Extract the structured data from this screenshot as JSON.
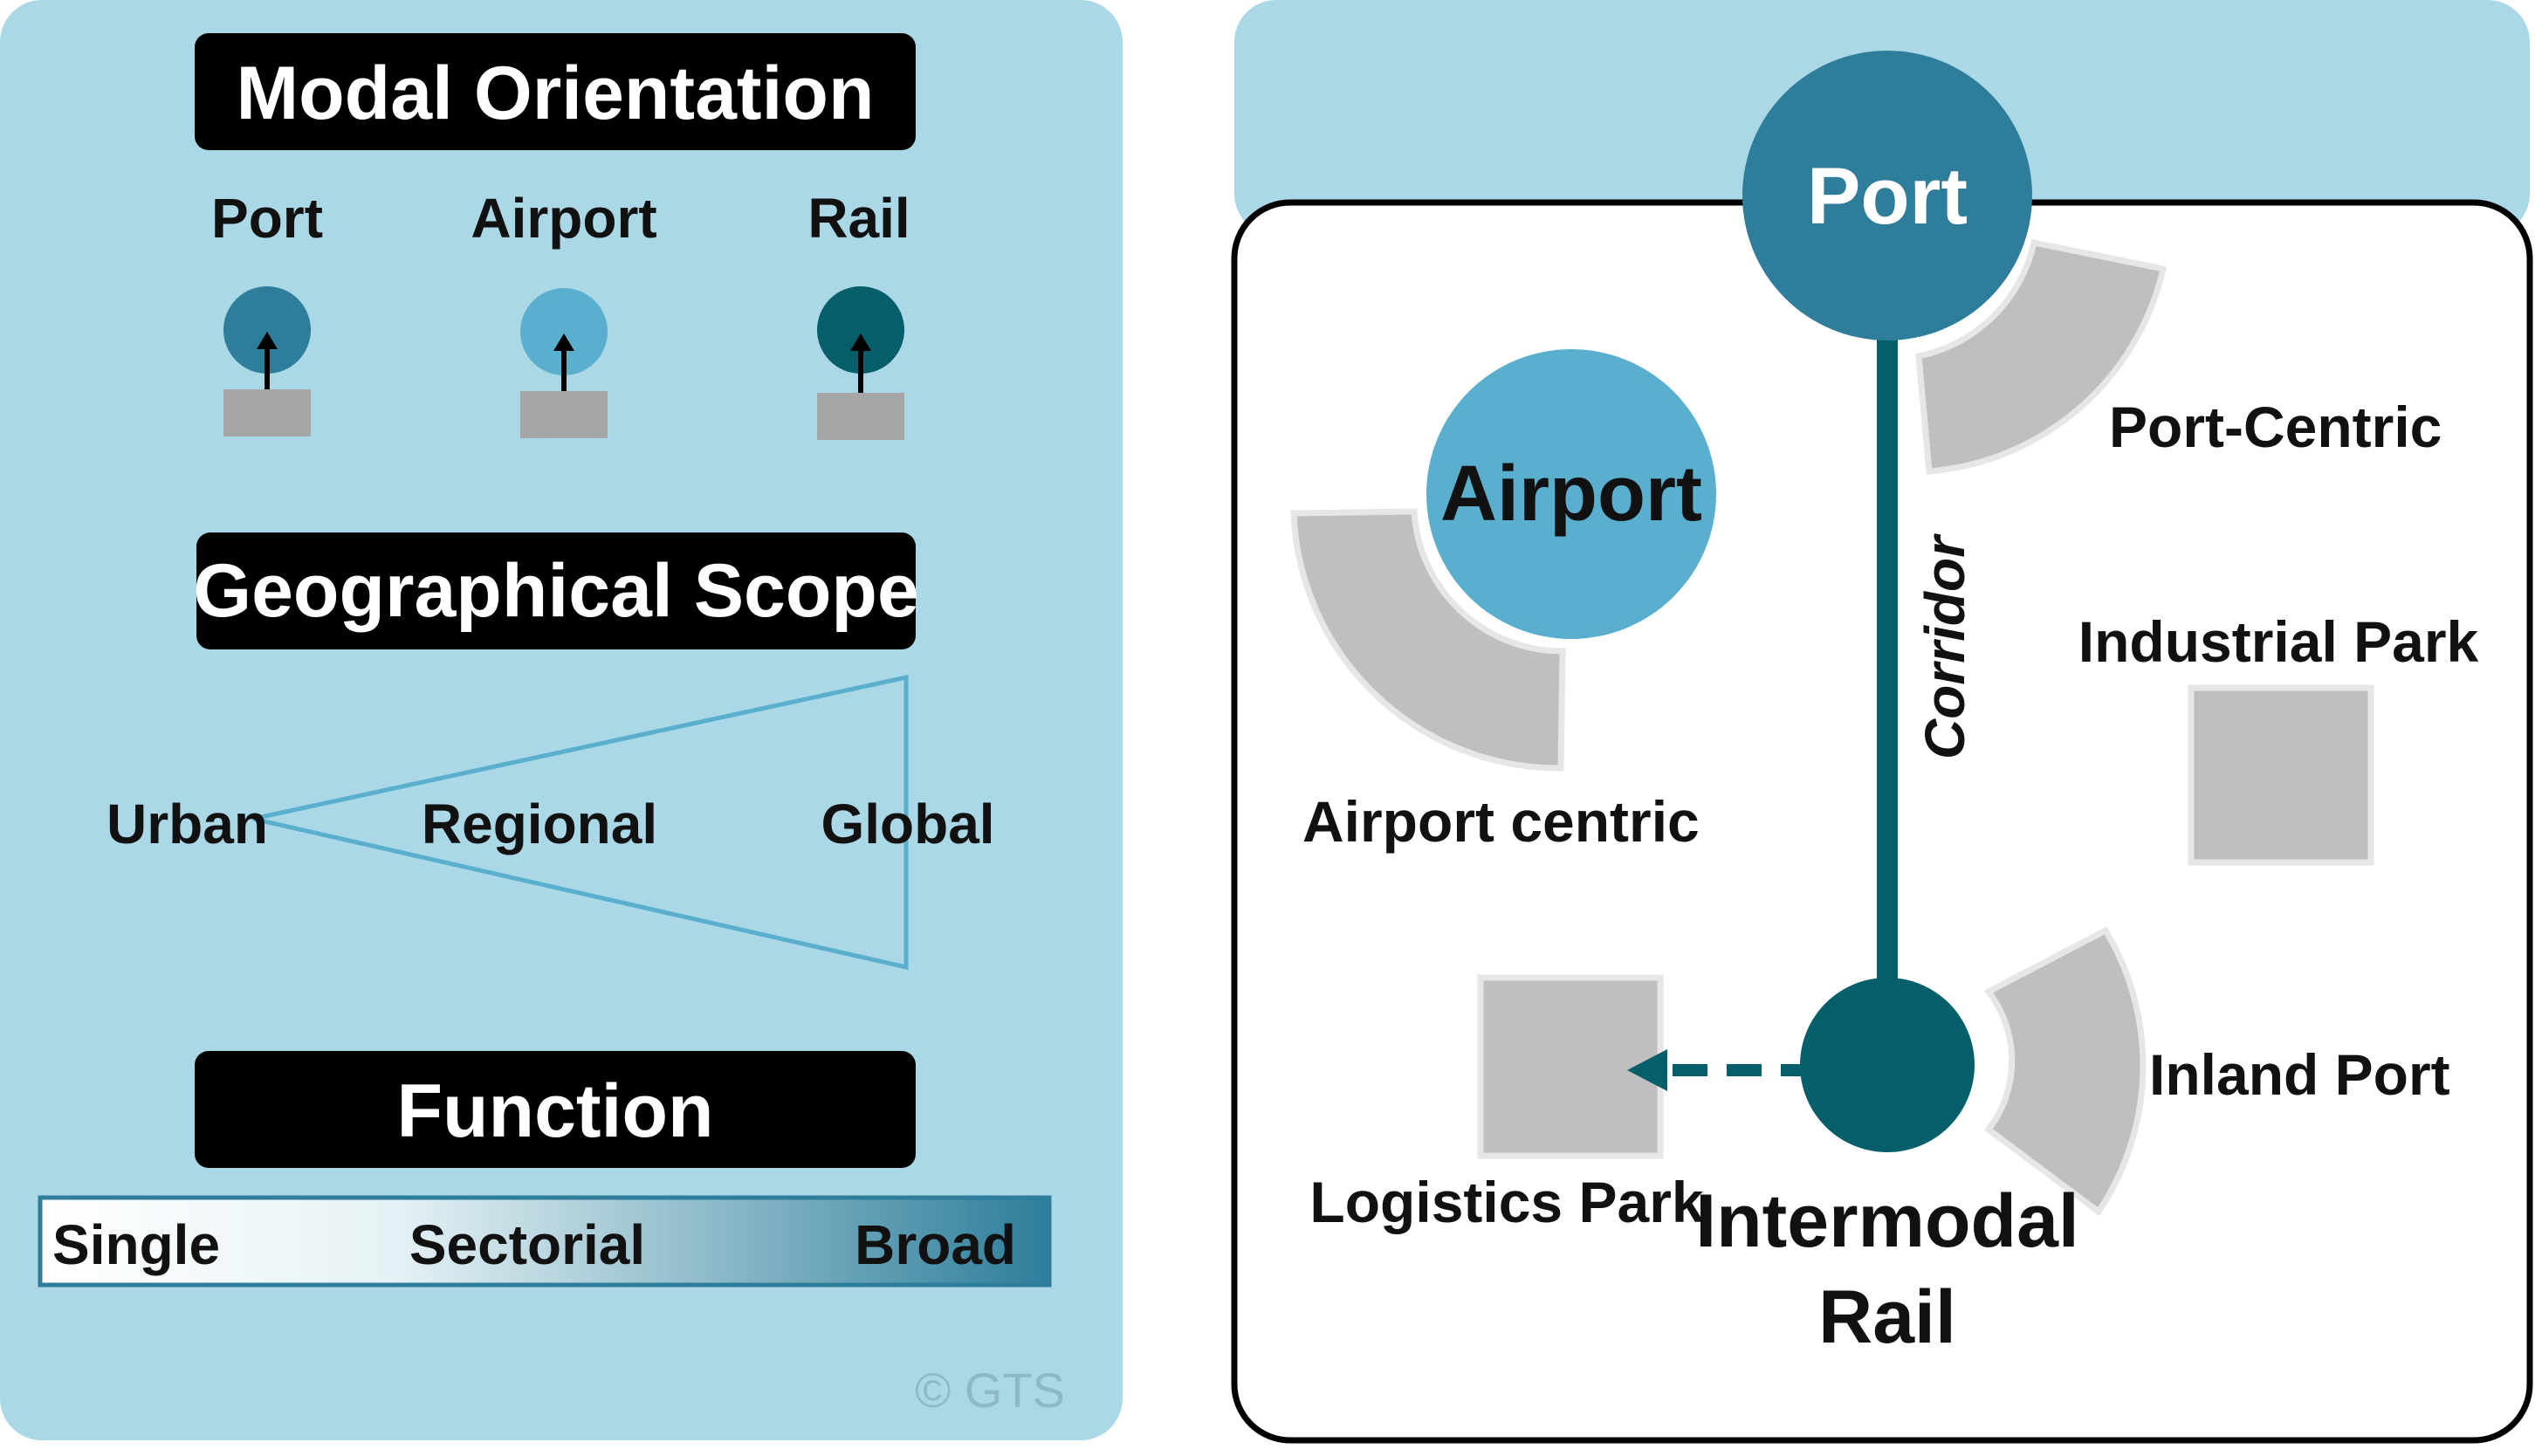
{
  "left_panel": {
    "modal": {
      "title": "Modal Orientation",
      "items": [
        {
          "label": "Port",
          "color": "#2E7E9B"
        },
        {
          "label": "Airport",
          "color": "#5AAFCF"
        },
        {
          "label": "Rail",
          "color": "#045F6B"
        }
      ]
    },
    "scope": {
      "title": "Geographical Scope",
      "labels": [
        "Urban",
        "Regional",
        "Global"
      ]
    },
    "function": {
      "title": "Function",
      "labels": [
        "Single",
        "Sectorial",
        "Broad"
      ]
    },
    "copyright": "© GTS"
  },
  "right_panel": {
    "port_node": "Port",
    "airport_node": "Airport",
    "corridor": "Corridor",
    "port_centric": "Port-Centric",
    "industrial_park": "Industrial Park",
    "airport_centric": "Airport centric",
    "inland_port": "Inland Port",
    "logistics_park": "Logistics Park",
    "intermodal_line1": "Intermodal",
    "intermodal_line2": "Rail"
  },
  "colors": {
    "panel_bg": "#ABD8E6",
    "port": "#2E7E9B",
    "airport": "#5AAFCF",
    "rail": "#045F6B",
    "zone_gray": "#BFBFBF",
    "facility_gray": "#A6A6A6"
  }
}
